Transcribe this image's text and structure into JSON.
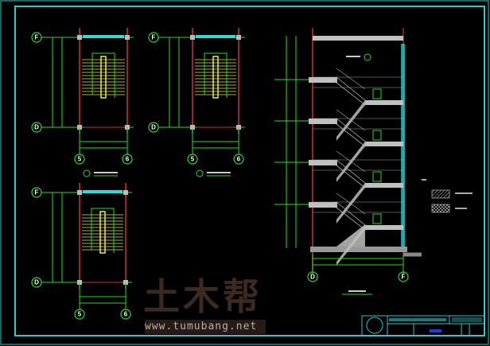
{
  "drawing": {
    "plans": [
      {
        "axes": {
          "top": "F",
          "bottom": "D",
          "left": "5",
          "right": "6"
        }
      },
      {
        "axes": {
          "top": "F",
          "bottom": "D",
          "left": "5",
          "right": "6"
        }
      },
      {
        "axes": {
          "top": "F",
          "bottom": "D",
          "left": "5",
          "right": "6"
        }
      }
    ],
    "section": {
      "axes": {
        "left": "D",
        "right": "F"
      }
    },
    "colors": {
      "frame": "#2fc9c9",
      "dim": "#22dd22",
      "wall": "#c0c0c0",
      "stair": "#e8e84a",
      "column": "#cc3333",
      "window": "#20e0e0"
    }
  },
  "watermark": {
    "logo": "土木帮",
    "url": "www.tumubang.net"
  }
}
